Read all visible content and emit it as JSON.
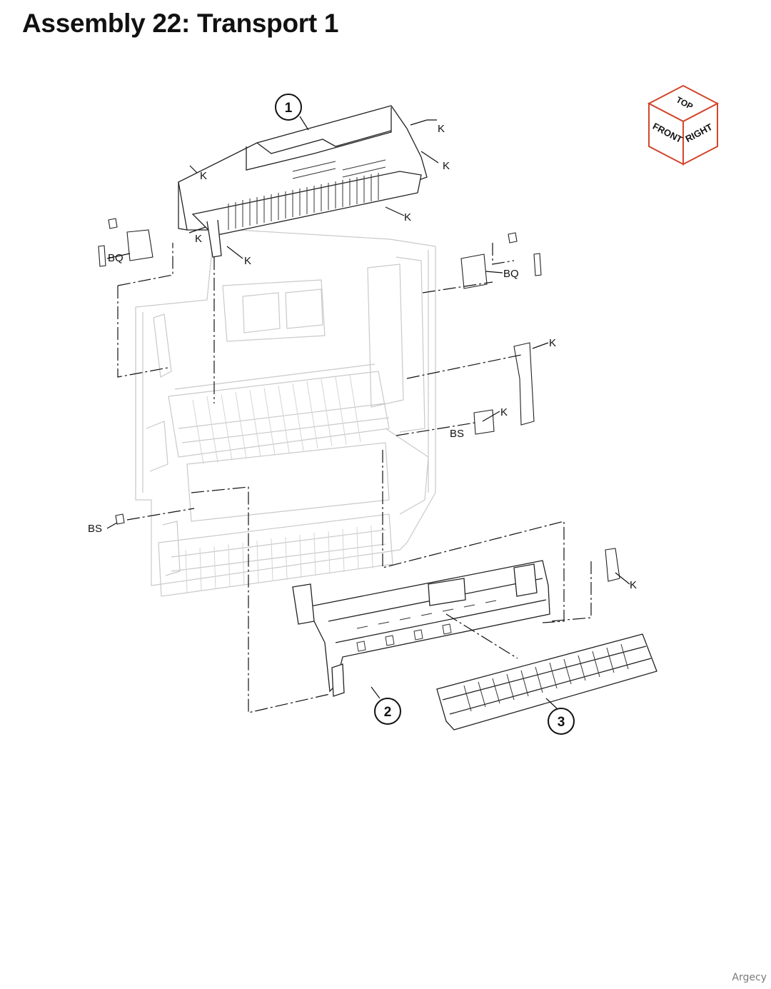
{
  "title": "Assembly 22: Transport 1",
  "watermark": "Argecy",
  "orientation_cube": {
    "top": "TOP",
    "front": "FRONT",
    "right": "RIGHT",
    "accent_color": "#d2462c"
  },
  "callouts": [
    "1",
    "2",
    "3"
  ],
  "labels": {
    "k1": "K",
    "k2": "K",
    "k3": "K",
    "k4": "K",
    "k5": "K",
    "k6": "K",
    "k7": "K",
    "k8": "K",
    "k9": "K",
    "bq1": "BQ",
    "bq2": "BQ",
    "bs1": "BS",
    "bs2": "BS"
  }
}
